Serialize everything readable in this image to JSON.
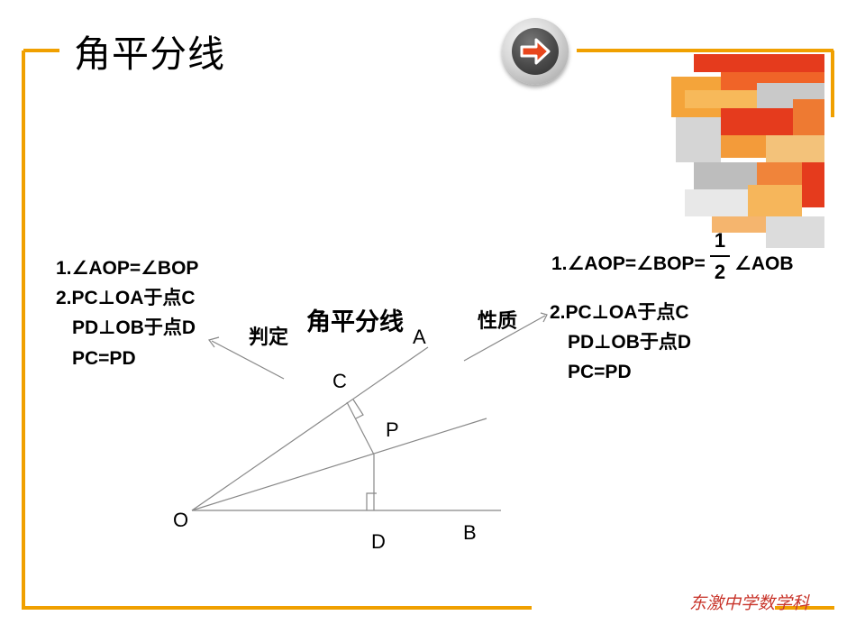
{
  "slide": {
    "title": "角平分线",
    "school": "东激中学数学科"
  },
  "diagram": {
    "center": "角平分线",
    "judge": "判定",
    "property": "性质",
    "points": {
      "A": "A",
      "B": "B",
      "C": "C",
      "D": "D",
      "O": "O",
      "P": "P"
    }
  },
  "judgement": {
    "line1": "1.∠AOP=∠BOP",
    "line2": "2.PC⊥OA于点C",
    "line3": "PD⊥OB于点D",
    "line4": "PC=PD"
  },
  "property": {
    "line1_a": "1.∠AOP=∠BOP=",
    "frac_num": "1",
    "frac_den": "2",
    "line1_b": "∠AOB",
    "line2": "2.PC⊥OA于点C",
    "line3": "PD⊥OB于点D",
    "line4": "PC=PD"
  },
  "colors": {
    "frame": "#f0a000",
    "accent_red": "#e03a1e",
    "school_text": "#c8342a"
  },
  "icons": {
    "next": "next-arrow-icon"
  }
}
